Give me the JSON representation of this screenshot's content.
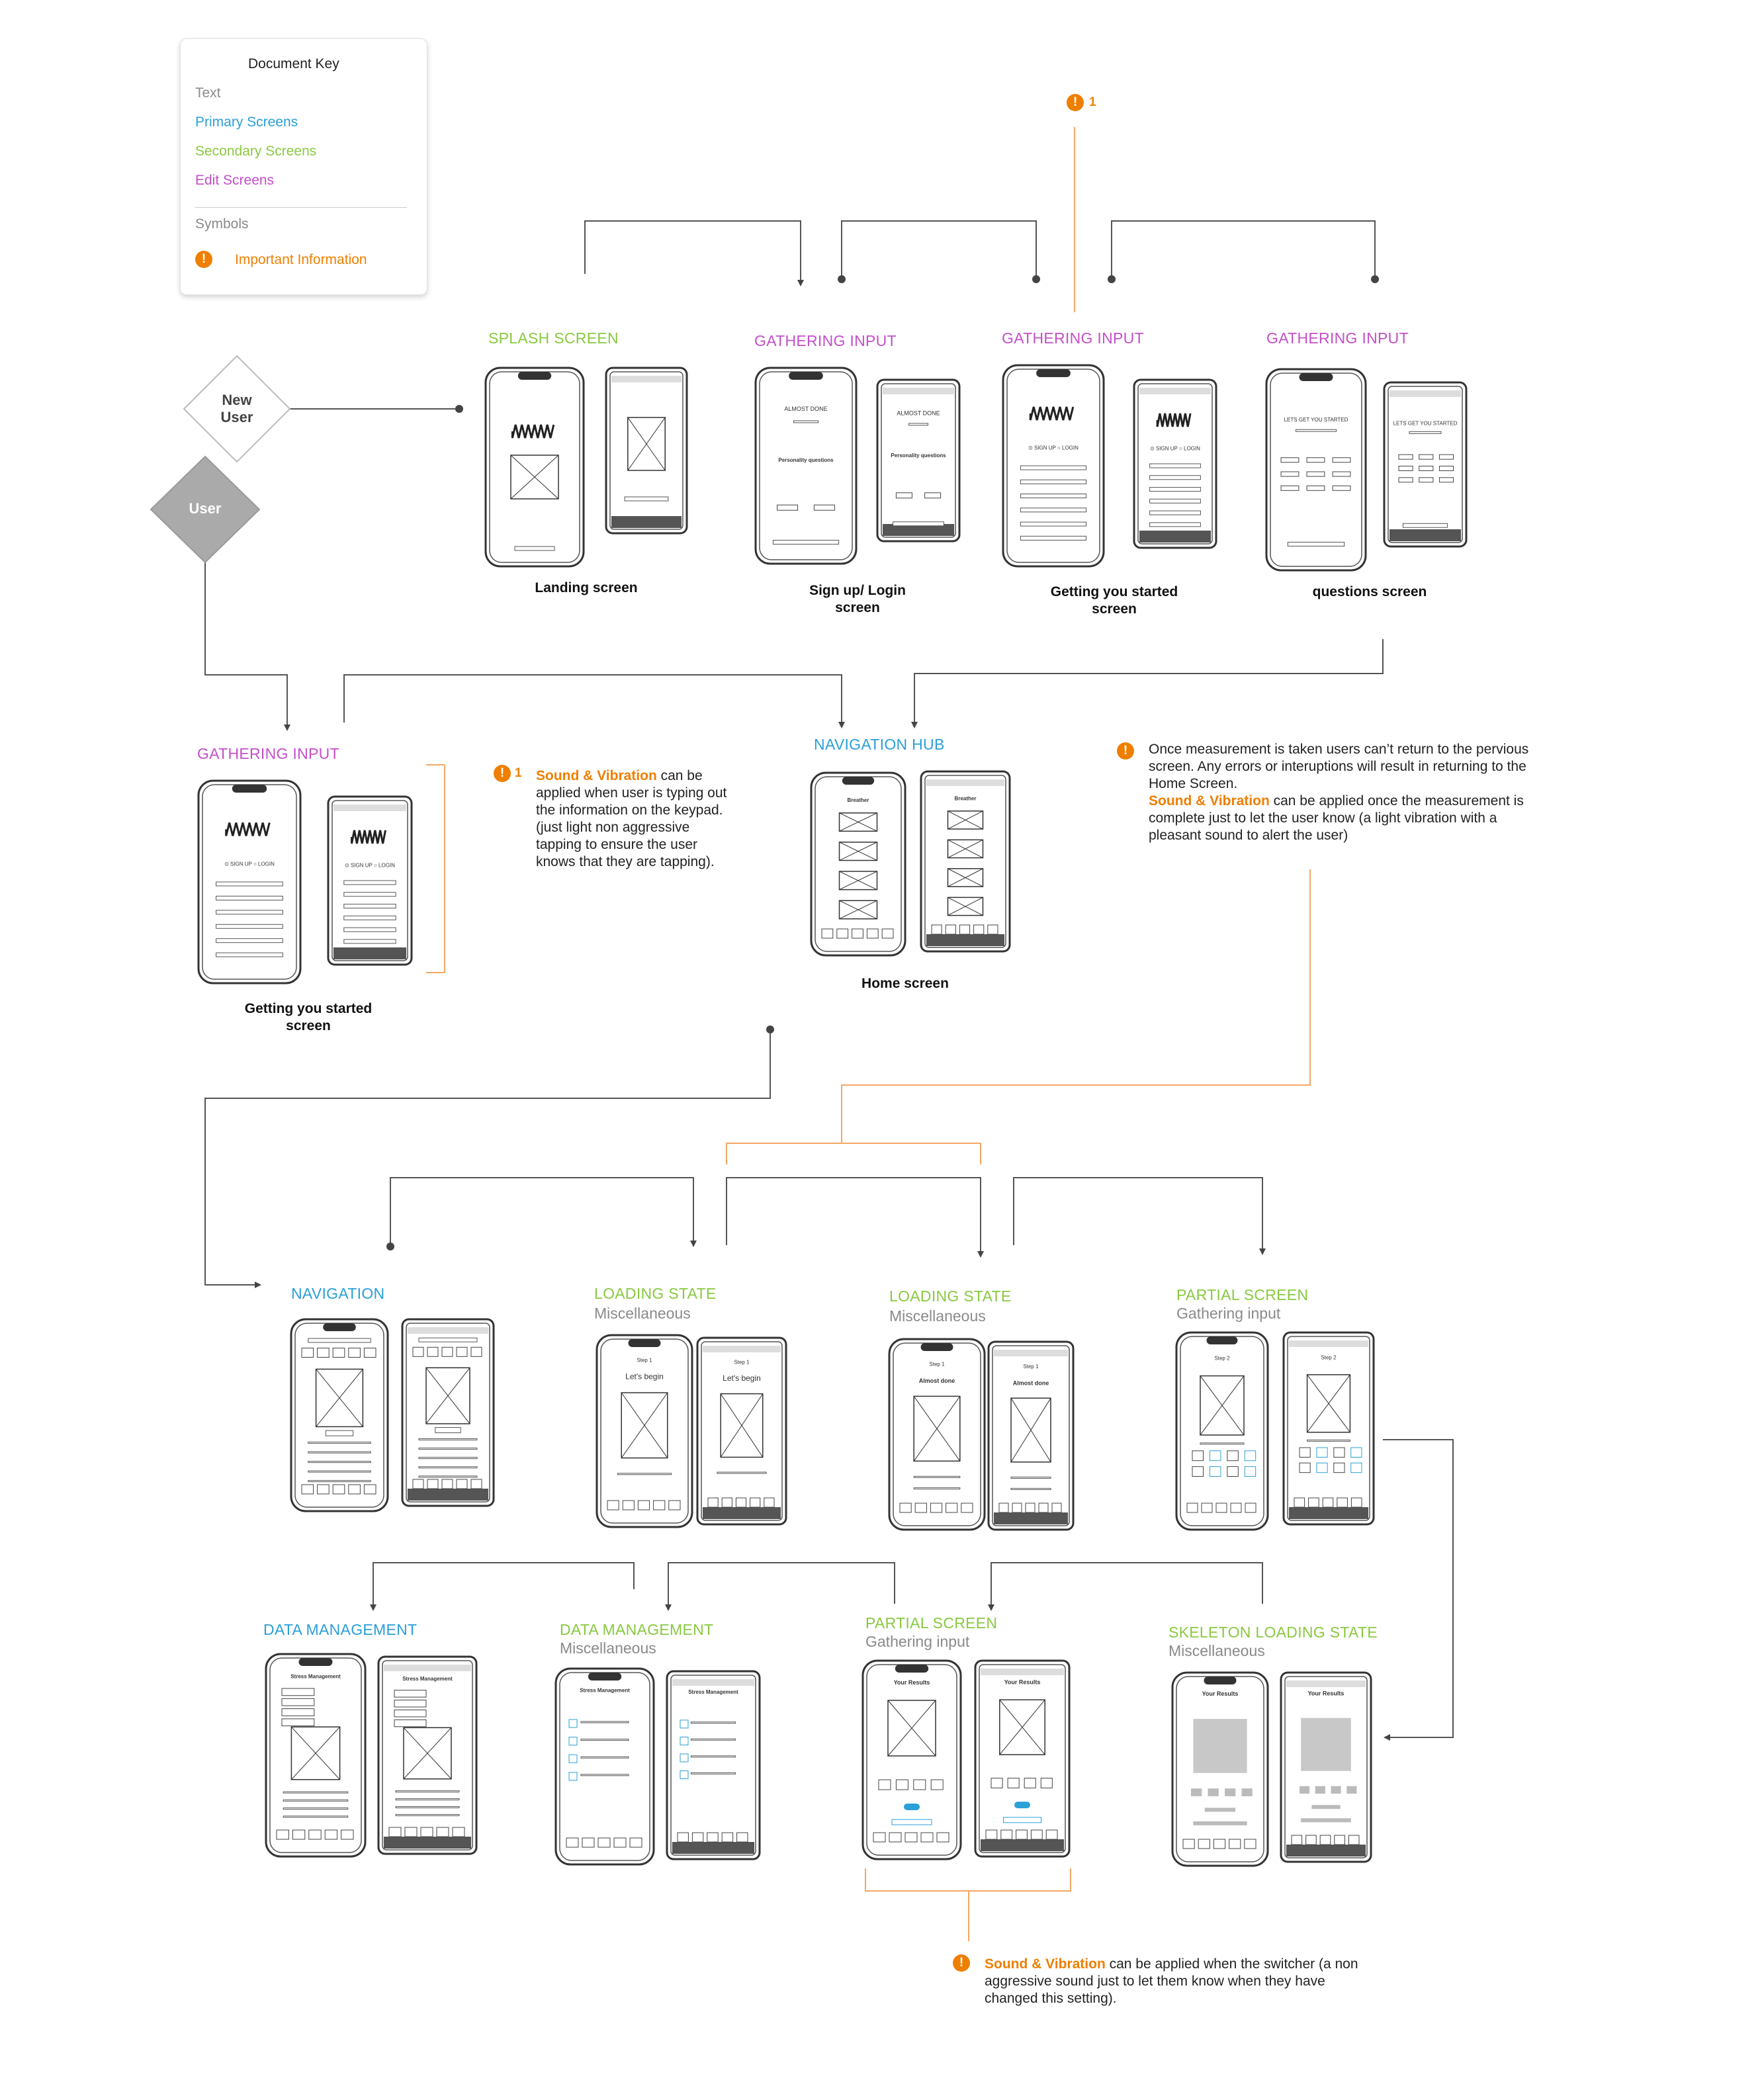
{
  "key": {
    "title": "Document Key",
    "text": "Text",
    "primary": "Primary Screens",
    "secondary": "Secondary Screens",
    "edit": "Edit Screens",
    "symbols": "Symbols",
    "important": "Important Information"
  },
  "colors": {
    "primary": "#2a9fd8",
    "secondary": "#89c940",
    "edit": "#c44fc9",
    "important": "#ee7f00",
    "text": "#8a8a8a"
  },
  "decisions": {
    "new_user": "New\nUser",
    "user": "User"
  },
  "sections": {
    "splash": "SPLASH SCREEN",
    "gather1": "GATHERING INPUT",
    "gather2": "GATHERING INPUT",
    "gather3": "GATHERING INPUT",
    "gather4": "GATHERING INPUT",
    "hub": "NAVIGATION HUB",
    "navigation": "NAVIGATION",
    "loading1": "LOADING STATE",
    "loading2": "LOADING STATE",
    "partial1": "PARTIAL SCREEN",
    "data1": "DATA MANAGEMENT",
    "data2": "DATA MANAGEMENT",
    "partial2": "PARTIAL SCREEN",
    "skeleton": "SKELETON LOADING STATE"
  },
  "subtitles": {
    "loading1": "Miscellaneous",
    "loading2": "Miscellaneous",
    "partial1": "Gathering input",
    "data2": "Miscellaneous",
    "partial2": "Gathering input",
    "skeleton": "Miscellaneous"
  },
  "captions": {
    "landing": "Landing screen",
    "signup": "Sign up/ Login\nscreen",
    "started1": "Getting you started\nscreen",
    "questions": "questions screen",
    "started2": "Getting you started\nscreen",
    "home": "Home screen"
  },
  "notes": {
    "marker_number": "1",
    "sv": "Sound & Vibration",
    "note1_rest": " can be applied when user is typing out the information on the keypad. (just light non aggressive tapping to ensure the user knows that they are tapping).",
    "note2_line1": "Once measurement is taken users can’t return to the pervious screen. Any errors or interuptions will result in returning to the Home Screen.",
    "note2_rest": " can be applied once the measurement is complete just to let the user know (a light vibration with a pleasant sound to alert the user)",
    "note3_rest": " can be applied when the switcher (a non aggressive sound just to let them know when they have changed this setting)."
  },
  "screens": {
    "almost_done": "ALMOST DONE",
    "personality": "Personality questions",
    "sign_up": "SIGN UP",
    "login": "LOGIN",
    "lets_start": "LETS GET YOU STARTED",
    "breather": "Breather",
    "step1": "Step 1",
    "lets_begin": "Let's begin",
    "almost_done2": "Almost done",
    "step2": "Step 2",
    "stress": "Stress Management",
    "your_results": "Your Results"
  }
}
